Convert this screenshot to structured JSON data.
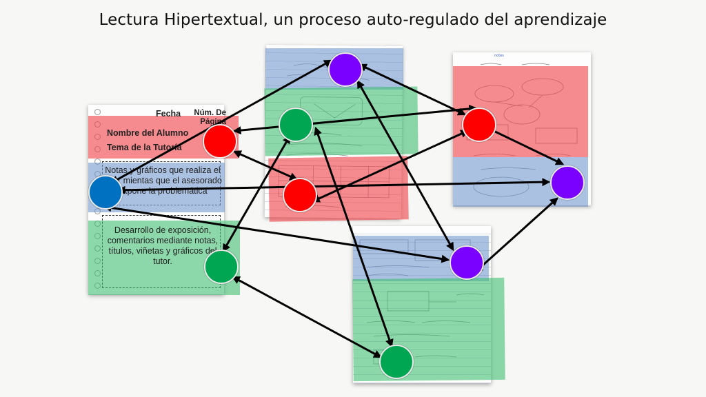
{
  "title": "Lectura Hipertextual, un proceso auto-regulado del aprendizaje",
  "form": {
    "fecha": "Fecha",
    "num_pagina": "Núm. De Página",
    "nombre_alumno": "Nombre del Alumno",
    "tema_tutoria": "Tema de la Tutoría",
    "notas": "Notas y gráficos que realiza el tutor mientas que el asesorado expone la problemática",
    "desarrollo": "Desarrollo de exposición, comentarios mediante notas, títulos, viñetas y gráficos del tutor."
  },
  "colors": {
    "red_node": "#ff0000",
    "green_node": "#00a651",
    "purple_node": "#7a00ff",
    "blue_node": "#0070c0",
    "red_band": "#f0464b",
    "green_band": "#3cbe6e",
    "blue_band": "#6e96cd"
  }
}
